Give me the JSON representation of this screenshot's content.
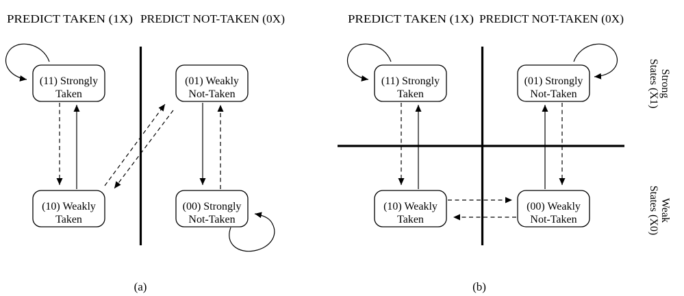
{
  "figure": {
    "panels": [
      {
        "caption": "(a)",
        "header_left": "PREDICT TAKEN (1X)",
        "header_right": "PREDICT NOT-TAKEN (0X)",
        "states": {
          "strongly_taken": {
            "line1": "(11) Strongly",
            "line2": "Taken"
          },
          "weakly_not_taken": {
            "line1": "(01) Weakly",
            "line2": "Not-Taken"
          },
          "weakly_taken": {
            "line1": "(10) Weakly",
            "line2": "Taken"
          },
          "strongly_not_taken": {
            "line1": "(00) Strongly",
            "line2": "Not-Taken"
          }
        }
      },
      {
        "caption": "(b)",
        "header_left": "PREDICT TAKEN (1X)",
        "header_right": "PREDICT NOT-TAKEN (0X)",
        "states": {
          "strongly_taken": {
            "line1": "(11) Strongly",
            "line2": "Taken"
          },
          "strongly_not_taken": {
            "line1": "(01) Strongly",
            "line2": "Not-Taken"
          },
          "weakly_taken": {
            "line1": "(10) Weakly",
            "line2": "Taken"
          },
          "weakly_not_taken": {
            "line1": "(00) Weakly",
            "line2": "Not-Taken"
          }
        }
      }
    ],
    "side_labels": {
      "strong": {
        "line1": "Strong",
        "line2": "States (X1)"
      },
      "weak": {
        "line1": "Weak",
        "line2": "States (X0)"
      }
    },
    "colors": {
      "ink": "#000000",
      "background": "#ffffff"
    }
  }
}
